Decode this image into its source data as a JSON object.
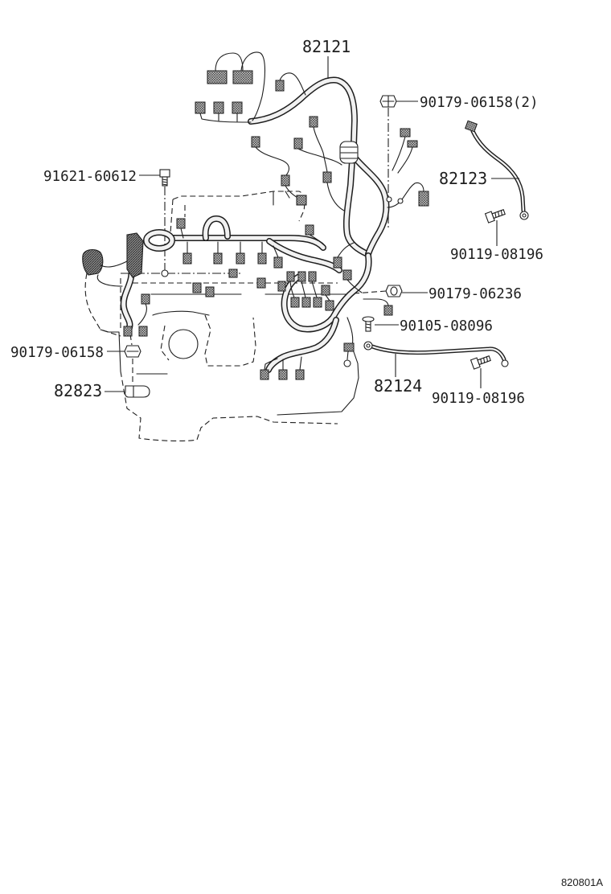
{
  "diagram": {
    "callouts": {
      "wire_harness_82121": "82121",
      "nut_90179_06158_qty2": "90179-06158(2)",
      "bolt_91621_60612": "91621-60612",
      "wire_82123": "82123",
      "bolt_90119_08196_upper": "90119-08196",
      "nut_90179_06236": "90179-06236",
      "bolt_90105_08096": "90105-08096",
      "nut_90179_06158": "90179-06158",
      "clamp_82823": "82823",
      "wire_82124": "82124",
      "bolt_90119_08196_lower": "90119-08196"
    },
    "illustration_code": "820801A"
  },
  "colors": {
    "line": "#1e1e1e",
    "background": "#ffffff",
    "connector_fill": "#c8c8c8"
  }
}
